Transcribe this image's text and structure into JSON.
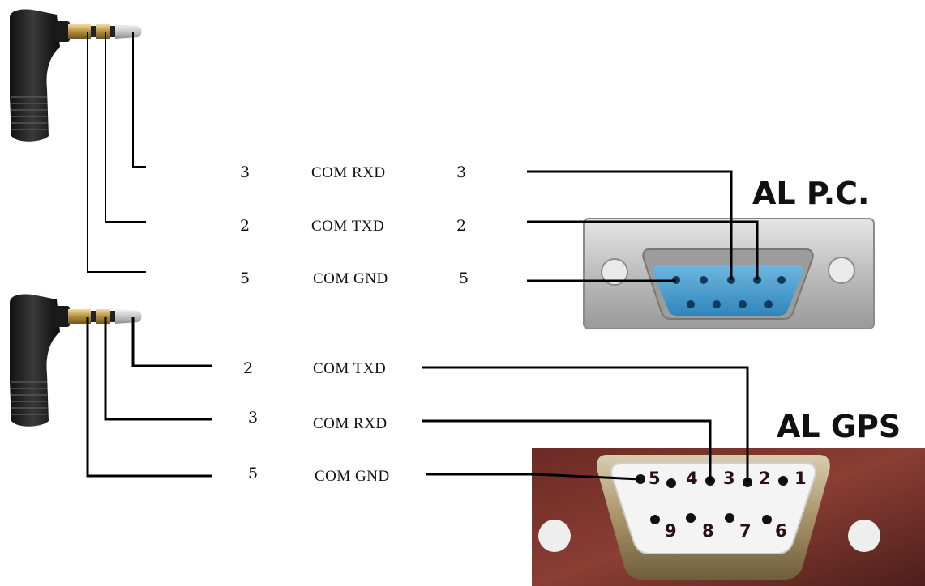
{
  "pc_connector": {
    "title": "AL P.C."
  },
  "gps_connector": {
    "title": "AL GPS",
    "pin_numbers": [
      "5",
      "4",
      "3",
      "2",
      "1",
      "9",
      "8",
      "7",
      "6"
    ]
  },
  "upper_table": {
    "rows": [
      {
        "jack_pin": "3",
        "signal": "COM RXD",
        "db9_pin": "3"
      },
      {
        "jack_pin": "2",
        "signal": "COM TXD",
        "db9_pin": "2"
      },
      {
        "jack_pin": "5",
        "signal": "COM GND",
        "db9_pin": "5"
      }
    ]
  },
  "lower_table": {
    "rows": [
      {
        "jack_pin": "2",
        "signal": "COM TXD"
      },
      {
        "jack_pin": "3",
        "signal": "COM RXD"
      },
      {
        "jack_pin": "5",
        "signal": "COM GND"
      }
    ]
  }
}
